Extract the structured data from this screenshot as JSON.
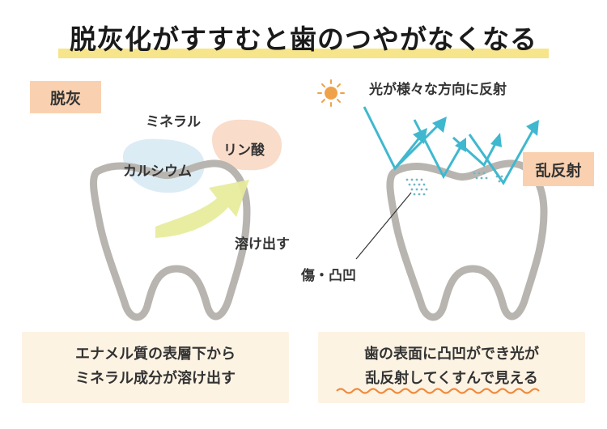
{
  "title": "脱灰化がすすむと歯のつやがなくなる",
  "left": {
    "tag": "脱灰",
    "mineral_label": "ミネラル",
    "calcium_label": "カルシウム",
    "phosphorus_label": "リン酸",
    "dissolve_label": "溶け出す",
    "caption_line1": "エナメル質の表層下から",
    "caption_line2": "ミネラル成分が溶け出す"
  },
  "right": {
    "reflection_label": "光が様々な方向に反射",
    "tag": "乱反射",
    "damage_label": "傷・凸凹",
    "caption_line1": "歯の表面に凸凹ができ光が",
    "caption_line2": "乱反射してくすんで見える"
  },
  "colors": {
    "title_highlight": "#f6e58a",
    "tag_bg": "#f9d1b0",
    "caption_bg": "#fdf3e3",
    "tooth_outline": "#b8b5b0",
    "calcium_blob": "#dcecf5",
    "phosphorus_blob": "#f9dcca",
    "arrow": "#e7eb9a",
    "light_ray": "#3fb8cf",
    "sun": "#f0a24a",
    "wavy_underline": "#f08a3c"
  }
}
